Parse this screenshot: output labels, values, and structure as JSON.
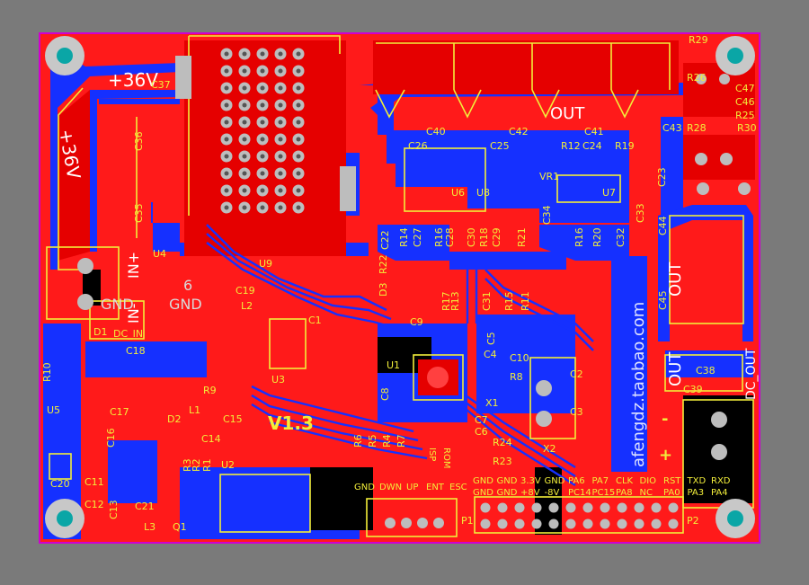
{
  "board": {
    "colors": {
      "background": "#7a7a7a",
      "top_copper": "#ff1a1a",
      "bottom_copper": "#1530ff",
      "silkscreen": "#f2ee3a",
      "outline": "#d000d0",
      "pad": "#bdbdbd",
      "via": "#c8c8c8"
    },
    "big_labels": {
      "v36_top": "+36V",
      "v36_rot": "+36V",
      "version": "V1.3",
      "six": "6",
      "gnd_mid": "GND",
      "gnd_left": "GND",
      "in_plus": "IN+",
      "in_minus": "IN-",
      "dc_in": "DC_IN",
      "out_top": "OUT",
      "out_right1": "OUT",
      "out_right2": "OUT",
      "dc_out": "DC_OUT",
      "plus": "+",
      "minus": "-",
      "taobao": "afengdz.taobao.com"
    },
    "components": [
      {
        "id": "c37",
        "text": "C37"
      },
      {
        "id": "c36",
        "text": "C36"
      },
      {
        "id": "c35",
        "text": "C35"
      },
      {
        "id": "u4",
        "text": "U4"
      },
      {
        "id": "u9",
        "text": "U9"
      },
      {
        "id": "c19",
        "text": "C19"
      },
      {
        "id": "l2",
        "text": "L2"
      },
      {
        "id": "c1",
        "text": "C1"
      },
      {
        "id": "d1",
        "text": "D1"
      },
      {
        "id": "c18",
        "text": "C18"
      },
      {
        "id": "r10",
        "text": "R10"
      },
      {
        "id": "r9",
        "text": "R9"
      },
      {
        "id": "c17",
        "text": "C17"
      },
      {
        "id": "d2",
        "text": "D2"
      },
      {
        "id": "l1",
        "text": "L1"
      },
      {
        "id": "c15",
        "text": "C15"
      },
      {
        "id": "u5",
        "text": "U5"
      },
      {
        "id": "c16",
        "text": "C16"
      },
      {
        "id": "c14",
        "text": "C14"
      },
      {
        "id": "r3",
        "text": "R3"
      },
      {
        "id": "r2",
        "text": "R2"
      },
      {
        "id": "r1",
        "text": "R1"
      },
      {
        "id": "c20",
        "text": "C20"
      },
      {
        "id": "c11",
        "text": "C11"
      },
      {
        "id": "c12",
        "text": "C12"
      },
      {
        "id": "c13",
        "text": "C13"
      },
      {
        "id": "c21",
        "text": "C21"
      },
      {
        "id": "l3",
        "text": "L3"
      },
      {
        "id": "q1",
        "text": "Q1"
      },
      {
        "id": "u2",
        "text": "U2"
      },
      {
        "id": "u3",
        "text": "U3"
      },
      {
        "id": "c9",
        "text": "C9"
      },
      {
        "id": "u1",
        "text": "U1"
      },
      {
        "id": "c8",
        "text": "C8"
      },
      {
        "id": "c7",
        "text": "C7"
      },
      {
        "id": "c6",
        "text": "C6"
      },
      {
        "id": "r24",
        "text": "R24"
      },
      {
        "id": "r23",
        "text": "R23"
      },
      {
        "id": "x1",
        "text": "X1"
      },
      {
        "id": "x2",
        "text": "X2"
      },
      {
        "id": "c2",
        "text": "C2"
      },
      {
        "id": "c3",
        "text": "C3"
      },
      {
        "id": "c4",
        "text": "C4"
      },
      {
        "id": "c5",
        "text": "C5"
      },
      {
        "id": "r8",
        "text": "R8"
      },
      {
        "id": "c10",
        "text": "C10"
      },
      {
        "id": "r6",
        "text": "R6"
      },
      {
        "id": "r5",
        "text": "R5"
      },
      {
        "id": "r4",
        "text": "R4"
      },
      {
        "id": "r7",
        "text": "R7"
      },
      {
        "id": "d3",
        "text": "D3"
      },
      {
        "id": "r22",
        "text": "R22"
      },
      {
        "id": "c22",
        "text": "C22"
      },
      {
        "id": "r14",
        "text": "R14"
      },
      {
        "id": "c27",
        "text": "C27"
      },
      {
        "id": "r16",
        "text": "R16"
      },
      {
        "id": "c28",
        "text": "C28"
      },
      {
        "id": "c30",
        "text": "C30"
      },
      {
        "id": "r18",
        "text": "R18"
      },
      {
        "id": "c29",
        "text": "C29"
      },
      {
        "id": "r21",
        "text": "R21"
      },
      {
        "id": "c34",
        "text": "C34"
      },
      {
        "id": "r16b",
        "text": "R16"
      },
      {
        "id": "r20",
        "text": "R20"
      },
      {
        "id": "c32",
        "text": "C32"
      },
      {
        "id": "c33",
        "text": "C33"
      },
      {
        "id": "r17",
        "text": "R17"
      },
      {
        "id": "r13",
        "text": "R13"
      },
      {
        "id": "c31",
        "text": "C31"
      },
      {
        "id": "r15",
        "text": "R15"
      },
      {
        "id": "r11",
        "text": "R11"
      },
      {
        "id": "u6",
        "text": "U6"
      },
      {
        "id": "u8",
        "text": "U8"
      },
      {
        "id": "u7",
        "text": "U7"
      },
      {
        "id": "vr1",
        "text": "VR1"
      },
      {
        "id": "c26",
        "text": "C26"
      },
      {
        "id": "c25",
        "text": "C25"
      },
      {
        "id": "r12",
        "text": "R12"
      },
      {
        "id": "c24",
        "text": "C24"
      },
      {
        "id": "r19",
        "text": "R19"
      },
      {
        "id": "c23",
        "text": "C23"
      },
      {
        "id": "c40",
        "text": "C40"
      },
      {
        "id": "c42",
        "text": "C42"
      },
      {
        "id": "c41",
        "text": "C41"
      },
      {
        "id": "c43",
        "text": "C43"
      },
      {
        "id": "r26",
        "text": "R26"
      },
      {
        "id": "r29",
        "text": "R29"
      },
      {
        "id": "c47",
        "text": "C47"
      },
      {
        "id": "c46",
        "text": "C46"
      },
      {
        "id": "r25",
        "text": "R25"
      },
      {
        "id": "r28",
        "text": "R28"
      },
      {
        "id": "r30",
        "text": "R30"
      },
      {
        "id": "c44",
        "text": "C44"
      },
      {
        "id": "c45",
        "text": "C45"
      },
      {
        "id": "c38",
        "text": "C38"
      },
      {
        "id": "c39",
        "text": "C39"
      },
      {
        "id": "p1",
        "text": "P1"
      },
      {
        "id": "p2",
        "text": "P2"
      }
    ],
    "button_labels": [
      "GND",
      "DWN",
      "UP",
      "ENT",
      "ESC"
    ],
    "rot_labels": [
      "ISP",
      "ROM"
    ],
    "header_row1": [
      "GND",
      "GND",
      "3.3V",
      "GND",
      "PA6",
      "PA7",
      "CLK",
      "DIO",
      "RST",
      "TXD",
      "RXD"
    ],
    "header_row2": [
      "GND",
      "GND",
      "+8V",
      "-8V",
      "PC14",
      "PC15",
      "PA8",
      "NC",
      "PA0",
      "PA3",
      "PA4"
    ]
  }
}
